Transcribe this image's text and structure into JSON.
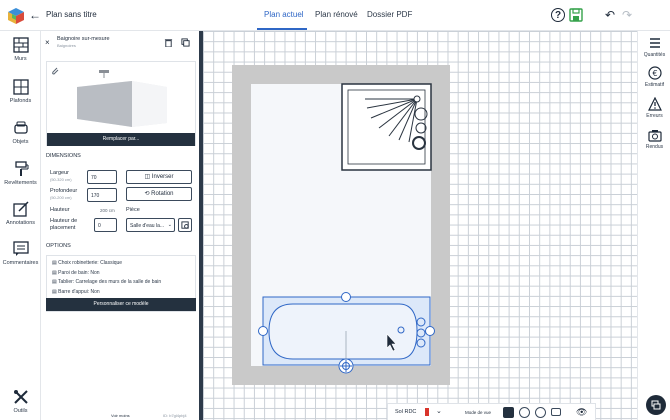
{
  "header": {
    "title": "Plan sans titre",
    "tabs": [
      {
        "label": "Plan actuel",
        "active": true
      },
      {
        "label": "Plan rénové",
        "active": false
      },
      {
        "label": "Dossier PDF",
        "active": false
      }
    ],
    "icons": [
      "help-icon",
      "save-icon",
      "undo-icon",
      "redo-icon"
    ]
  },
  "left_nav": {
    "items": [
      {
        "label": "Murs",
        "icon": "walls-icon"
      },
      {
        "label": "Plafonds",
        "icon": "ceilings-icon"
      },
      {
        "label": "Objets",
        "icon": "objects-icon"
      },
      {
        "label": "Revêtements",
        "icon": "coverings-icon"
      },
      {
        "label": "Annotations",
        "icon": "annotation-icon"
      },
      {
        "label": "Commentaires",
        "icon": "comments-icon"
      }
    ],
    "tools_label": "Outils"
  },
  "panel": {
    "object_name": "Baignoire sur-mesure",
    "object_category": "Baignoires",
    "replace_label": "Remplacer par...",
    "dimensions_heading": "DIMENSIONS",
    "largeur_label": "Largeur",
    "largeur_range": "(50-320 cm)",
    "largeur_value": "70",
    "profondeur_label": "Profondeur",
    "profondeur_range": "(50-200 cm)",
    "profondeur_value": "170",
    "inverser_label": "Inverser",
    "rotation_label": "Rotation",
    "hauteur_label": "Hauteur",
    "hauteur_value": "200 cm",
    "piece_label": "Pièce",
    "hauteur_placement_label_1": "Hauteur de",
    "hauteur_placement_label_2": "placement",
    "hauteur_placement_value": "0",
    "piece_value": "Salle d'eau la...",
    "options_heading": "OPTIONS",
    "options": [
      "Choix robinetterie: Classique",
      "Paroi de bain: Non",
      "Tablier: Carrelage des murs de la salle de bain",
      "Barre d'appui: Non"
    ],
    "customize_label": "Personnaliser ce modèle",
    "footer_left": "Voir moins",
    "footer_right": "ID: b7gl4pbj4"
  },
  "right_nav": {
    "items": [
      {
        "label": "Quantités",
        "icon": "list-icon"
      },
      {
        "label": "Estimatif",
        "icon": "euro-icon"
      },
      {
        "label": "Erreurs",
        "icon": "warning-icon"
      },
      {
        "label": "Rendus",
        "icon": "camera-icon"
      }
    ]
  },
  "bottom_bar": {
    "level_label": "Sol RDC",
    "view_mode_label": "Mode de vue"
  },
  "colors": {
    "accent": "#2f67c6",
    "dark": "#24313f",
    "wall": "#c9c9c9",
    "selection": "#dce8f9"
  }
}
